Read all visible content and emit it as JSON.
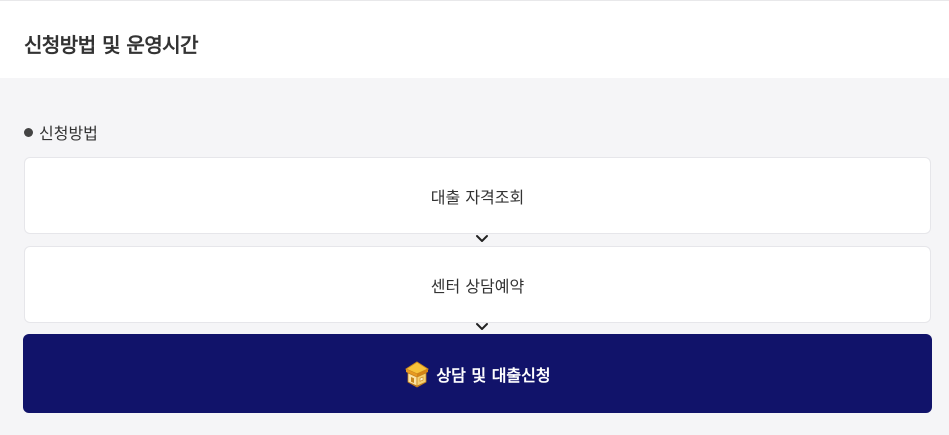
{
  "header": {
    "title": "신청방법 및 운영시간"
  },
  "section": {
    "label": "신청방법"
  },
  "steps": [
    {
      "label": "대출 자격조회"
    },
    {
      "label": "센터 상담예약"
    }
  ],
  "cta": {
    "label": "상담 및 대출신청",
    "icon": "house-icon"
  },
  "colors": {
    "cta_bg": "#11136a",
    "page_bg": "#f5f5f7",
    "card_bg": "#ffffff",
    "text": "#333333"
  }
}
